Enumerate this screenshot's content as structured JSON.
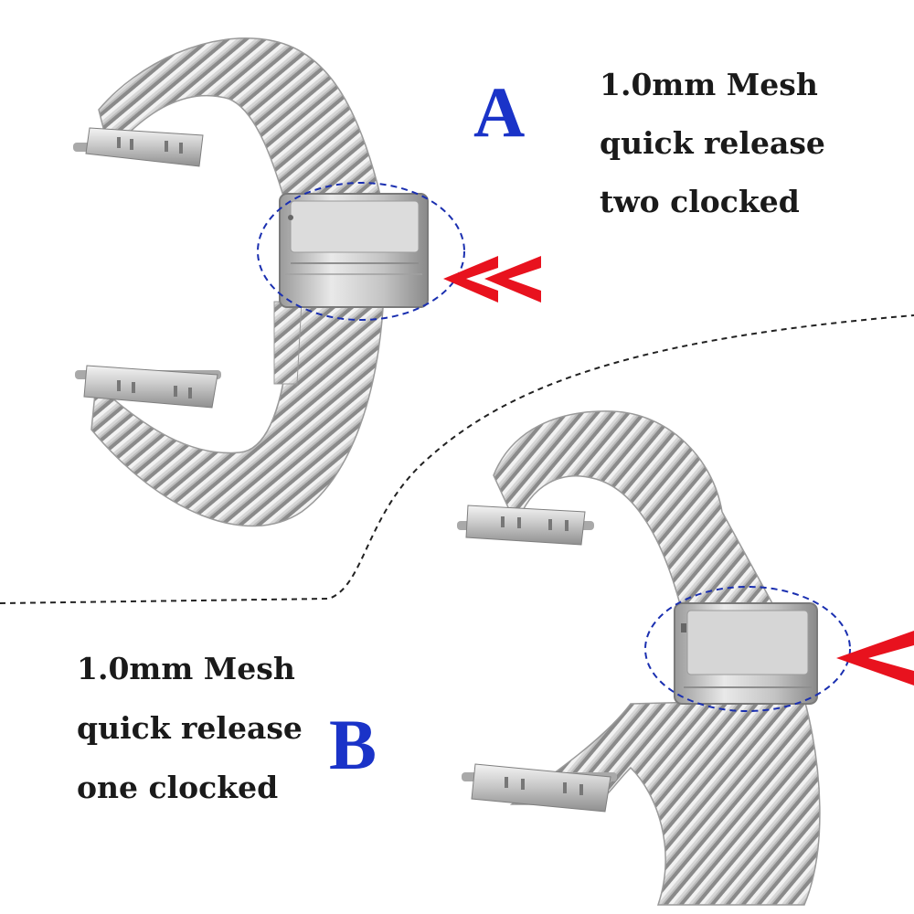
{
  "colors": {
    "letter": "#1a33c8",
    "arrow": "#e8121e",
    "circle": "#1a2fb0",
    "divider": "#222222",
    "text": "#1a1a1a",
    "steel_light": "#e4e4e4",
    "steel_mid": "#b9b9b9",
    "steel_dark": "#7d7d7d"
  },
  "variant_a": {
    "letter": "A",
    "lines": [
      "1.0mm Mesh",
      "quick release",
      "two clocked"
    ],
    "arrow_icon": "double-chevron-left-icon"
  },
  "variant_b": {
    "letter": "B",
    "lines": [
      "1.0mm Mesh",
      "quick release",
      "one clocked"
    ],
    "arrow_icon": "single-chevron-left-icon"
  }
}
